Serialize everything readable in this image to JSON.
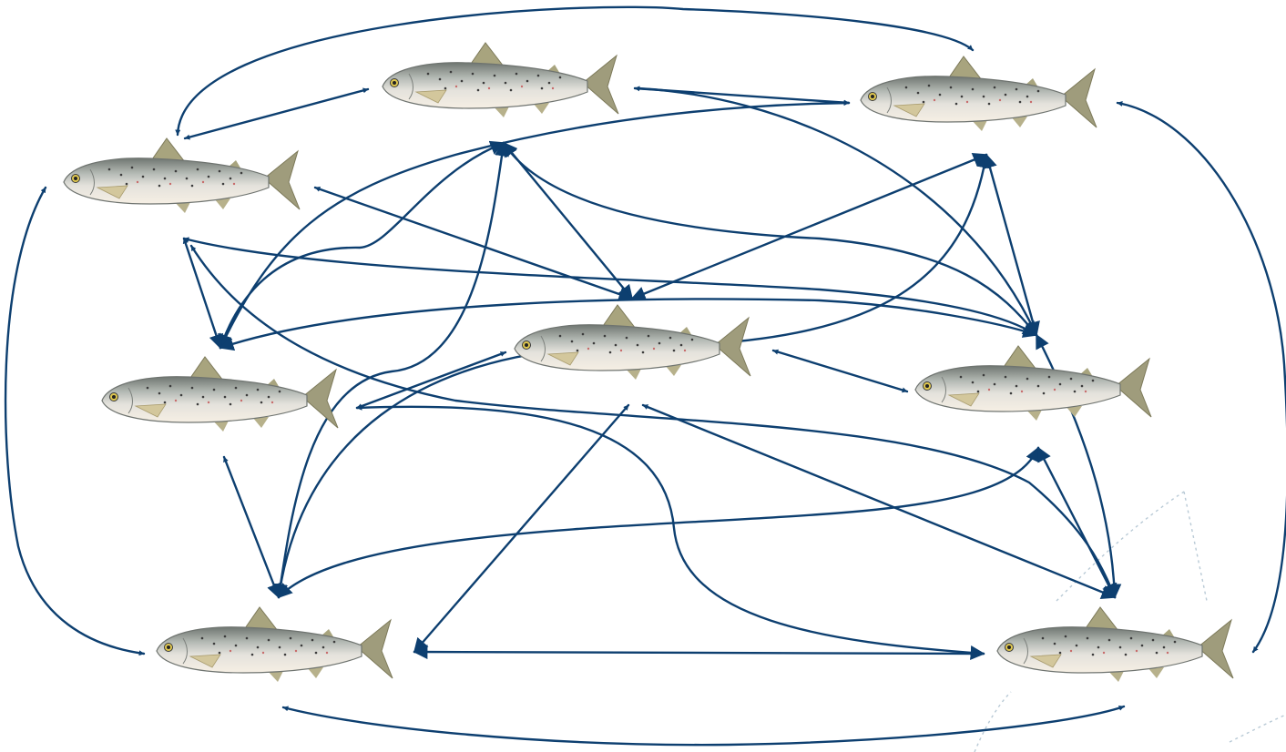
{
  "diagram": {
    "node_icon": "fish-icon",
    "node_count": 8,
    "colors": {
      "arrow": "#0d3f70",
      "fish_body": "#c9cdc8",
      "fish_back": "#7f8580",
      "fish_belly": "#f3ece2",
      "fish_fin": "#9d9a78",
      "fish_spot": "#3a3a3a",
      "fish_eye": "#d9c24a",
      "background": "#ffffff",
      "decoration": "#b9cad6"
    },
    "nodes": [
      {
        "id": "fish-top-center"
      },
      {
        "id": "fish-top-right"
      },
      {
        "id": "fish-upper-left"
      },
      {
        "id": "fish-middle-left"
      },
      {
        "id": "fish-center"
      },
      {
        "id": "fish-middle-right"
      },
      {
        "id": "fish-bottom-left"
      },
      {
        "id": "fish-bottom-right"
      }
    ]
  }
}
